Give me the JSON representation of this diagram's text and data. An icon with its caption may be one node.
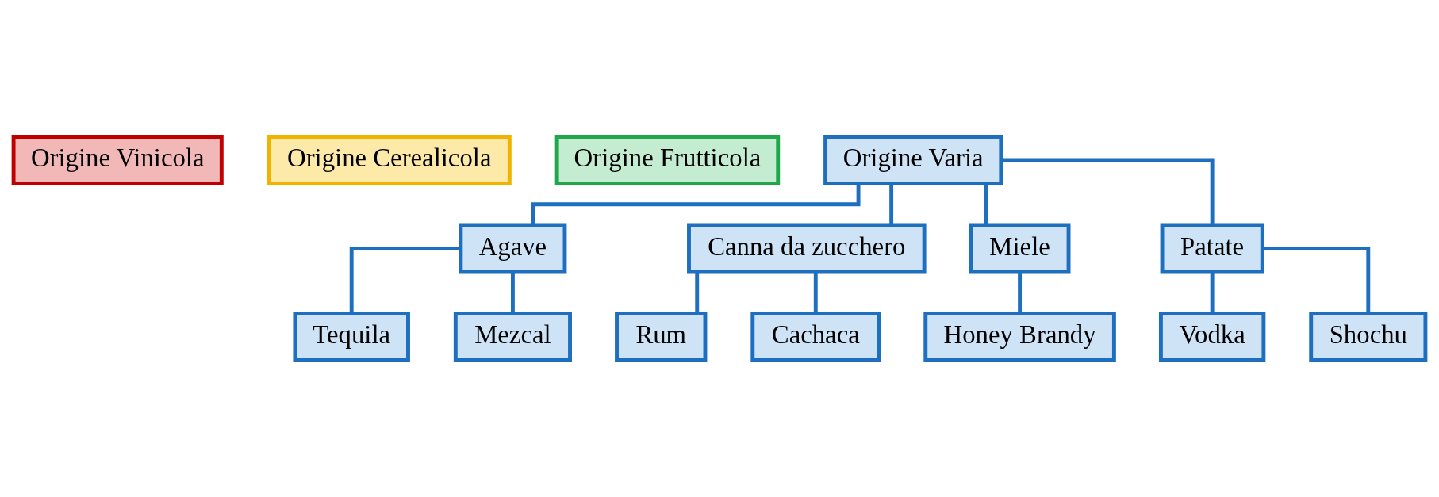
{
  "diagram": {
    "nodes": [
      {
        "text": [
          "Origine Vinicola"
        ]
      },
      {
        "text": [
          "Origine Cerealicola"
        ]
      },
      {
        "text": [
          "Origine Frutticola"
        ]
      },
      {
        "text": [
          "Origine Varia"
        ]
      },
      {
        "text": [
          "Agave"
        ]
      },
      {
        "text": [
          "Canna da zucchero"
        ]
      },
      {
        "text": [
          "Miele"
        ]
      },
      {
        "text": [
          "Patate"
        ]
      },
      {
        "text": [
          "Tequila"
        ]
      },
      {
        "text": [
          "Mezcal"
        ]
      },
      {
        "text": [
          "Rum"
        ]
      },
      {
        "text": [
          "Cachaca"
        ]
      },
      {
        "text": [
          "Honey Brandy"
        ]
      },
      {
        "text": [
          "Vodka"
        ]
      },
      {
        "text": [
          "Shochu"
        ]
      }
    ],
    "edges": [
      {
        "from": 3,
        "to": 4,
        "arrow": "none"
      },
      {
        "from": 3,
        "to": 5,
        "arrow": "none"
      },
      {
        "from": 3,
        "to": 6,
        "arrow": "none"
      },
      {
        "from": 3,
        "to": 7,
        "arrow": "none"
      },
      {
        "from": 4,
        "to": 8,
        "arrow": "none"
      },
      {
        "from": 4,
        "to": 9,
        "arrow": "none"
      },
      {
        "from": 5,
        "to": 10,
        "arrow": "none"
      },
      {
        "from": 5,
        "to": 11,
        "arrow": "none"
      },
      {
        "from": 6,
        "to": 12,
        "arrow": "none"
      },
      {
        "from": 7,
        "to": 13,
        "arrow": "none"
      },
      {
        "from": 7,
        "to": 14,
        "arrow": "none"
      }
    ]
  }
}
